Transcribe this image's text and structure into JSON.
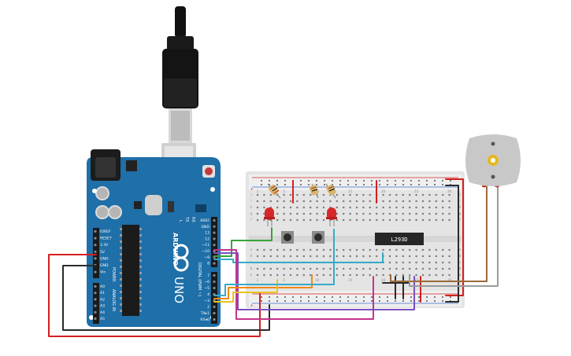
{
  "arduino": {
    "board_name": "UNO",
    "brand": "ARDUINO",
    "power_header": [
      "IOREF",
      "RESET",
      "3.3V",
      "5V",
      "GND",
      "GND",
      "Vin"
    ],
    "power_label": "POWER",
    "analog_header": [
      "A0",
      "A1",
      "A2",
      "A3",
      "A4",
      "A5"
    ],
    "analog_label": "ANALOG IN",
    "digital_top": [
      "AREF",
      "GND",
      "13",
      "12",
      "~11",
      "~10",
      "~9",
      "8"
    ],
    "digital_bottom": [
      "7",
      "~6",
      "~5",
      "4",
      "~3",
      "2",
      "TX▸1",
      "RX◂0"
    ],
    "digital_label": "DIGITAL (PWM ~)",
    "led_labels": [
      "L",
      "TX",
      "RX"
    ],
    "on_label": "ON"
  },
  "breadboard": {
    "column_numbers": [
      "1",
      "5",
      "10",
      "15",
      "20",
      "25",
      "30"
    ],
    "row_letters_top": [
      "j",
      "i",
      "h",
      "g",
      "f"
    ],
    "row_letters_bottom": [
      "e",
      "d",
      "c",
      "b",
      "a"
    ],
    "rail_plus": "+",
    "rail_minus": "-"
  },
  "chip": {
    "label": "L293D"
  },
  "colors": {
    "board": "#1f6fa8",
    "red_wire": "#d42020",
    "black_wire": "#2b2b2b",
    "green_wire": "#3aa33a",
    "cyan_wire": "#37a9c9",
    "orange_wire": "#f08a12",
    "yellow_wire": "#e8c21e",
    "purple_wire": "#7a4fc0",
    "magenta_wire": "#c4348a",
    "brown_wire": "#9b6a3a",
    "gray_wire": "#9a9a9a"
  }
}
